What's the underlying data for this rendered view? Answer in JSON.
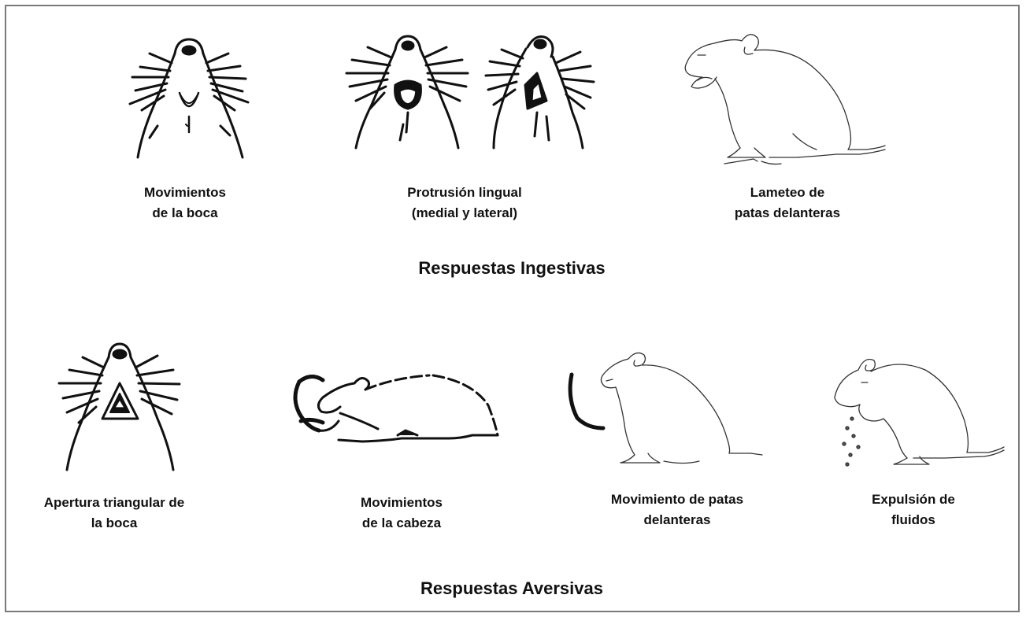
{
  "ingestive": {
    "heading": "Respuestas Ingestivas",
    "items": [
      {
        "line1": "Movimientos",
        "line2": "de la boca",
        "illustration": "rat-face-mouth-movements-drawing"
      },
      {
        "line1": "Protrusión lingual",
        "line2": "(medial y lateral)",
        "illustration": "rat-face-tongue-protrusion-drawings"
      },
      {
        "line1": "Lameteo de",
        "line2": "patas delanteras",
        "illustration": "rat-paw-licking-drawing"
      }
    ]
  },
  "aversive": {
    "heading": "Respuestas Aversivas",
    "items": [
      {
        "line1": "Apertura triangular de",
        "line2": "la boca",
        "illustration": "rat-face-gape-drawing"
      },
      {
        "line1": "Movimientos",
        "line2": "de la cabeza",
        "illustration": "rat-head-shake-drawing"
      },
      {
        "line1": "Movimiento de patas",
        "line2": "delanteras",
        "illustration": "rat-paw-flail-drawing"
      },
      {
        "line1": "Expulsión de",
        "line2": "fluidos",
        "illustration": "rat-fluid-expulsion-drawing"
      }
    ]
  }
}
